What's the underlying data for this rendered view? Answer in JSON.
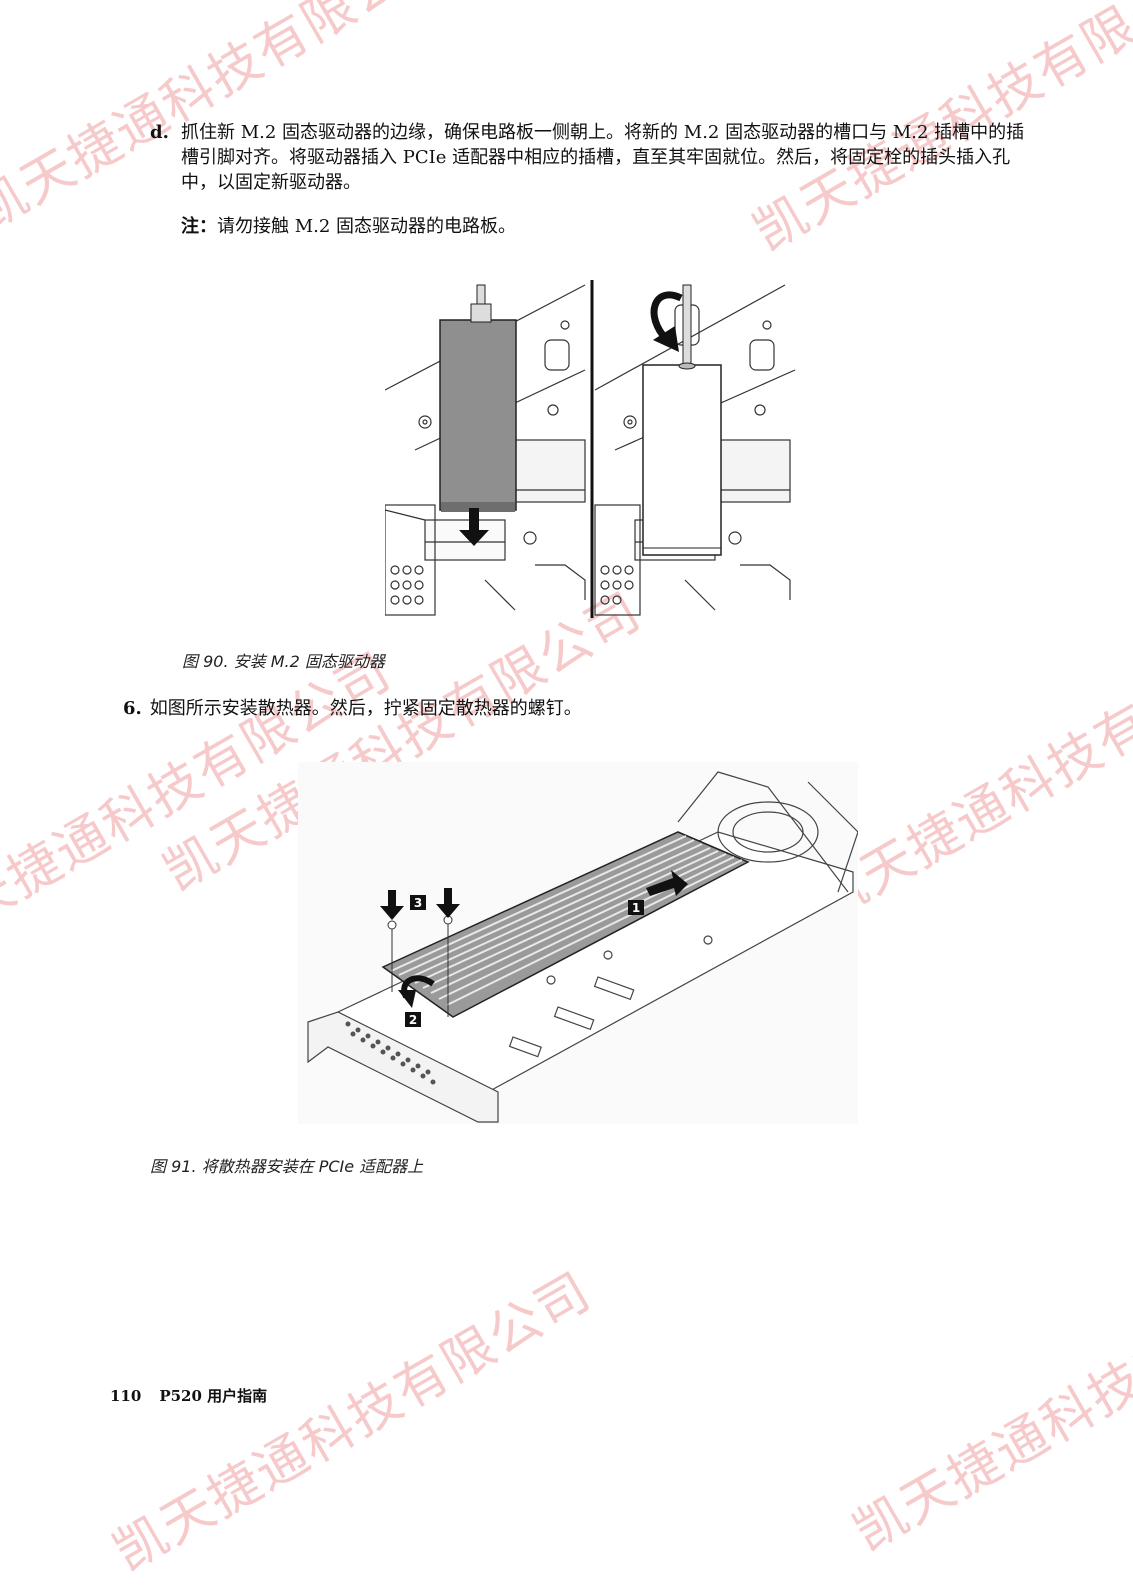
{
  "watermark": "凯天捷通科技有限公司",
  "step_d": {
    "label": "d.",
    "text": "抓住新 M.2 固态驱动器的边缘，确保电路板一侧朝上。将新的 M.2 固态驱动器的槽口与 M.2 插槽中的插槽引脚对齐。将驱动器插入 PCIe 适配器中相应的插槽，直至其牢固就位。然后，将固定栓的插头插入孔中，以固定新驱动器。"
  },
  "note": {
    "label": "注：",
    "text": "请勿接触 M.2 固态驱动器的电路板。"
  },
  "figure90": {
    "caption": "图 90. 安装 M.2 固态驱动器"
  },
  "step6": {
    "label": "6.",
    "text": "如图所示安装散热器。然后，拧紧固定散热器的螺钉。"
  },
  "figure91": {
    "caption": "图 91. 将散热器安装在 PCIe 适配器上",
    "callouts": [
      "1",
      "2",
      "3"
    ]
  },
  "footer": {
    "page_number": "110",
    "title": "P520 用户指南"
  }
}
